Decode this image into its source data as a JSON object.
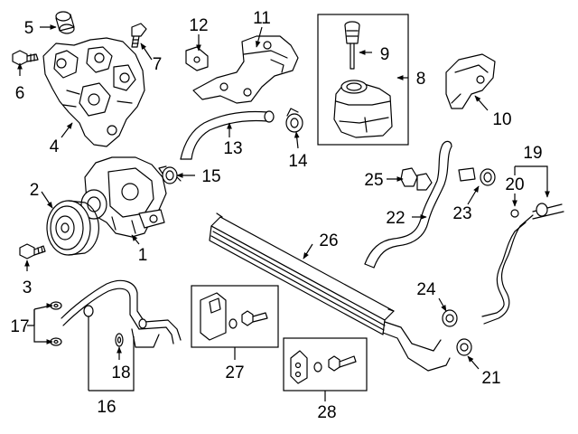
{
  "callouts": [
    "1",
    "2",
    "3",
    "4",
    "5",
    "6",
    "7",
    "8",
    "9",
    "10",
    "11",
    "12",
    "13",
    "14",
    "15",
    "16",
    "17",
    "18",
    "19",
    "20",
    "21",
    "22",
    "23",
    "24",
    "25",
    "26",
    "27",
    "28"
  ],
  "colors": {
    "line": "#000000",
    "background": "#ffffff",
    "shade": "#e6e6e6"
  }
}
